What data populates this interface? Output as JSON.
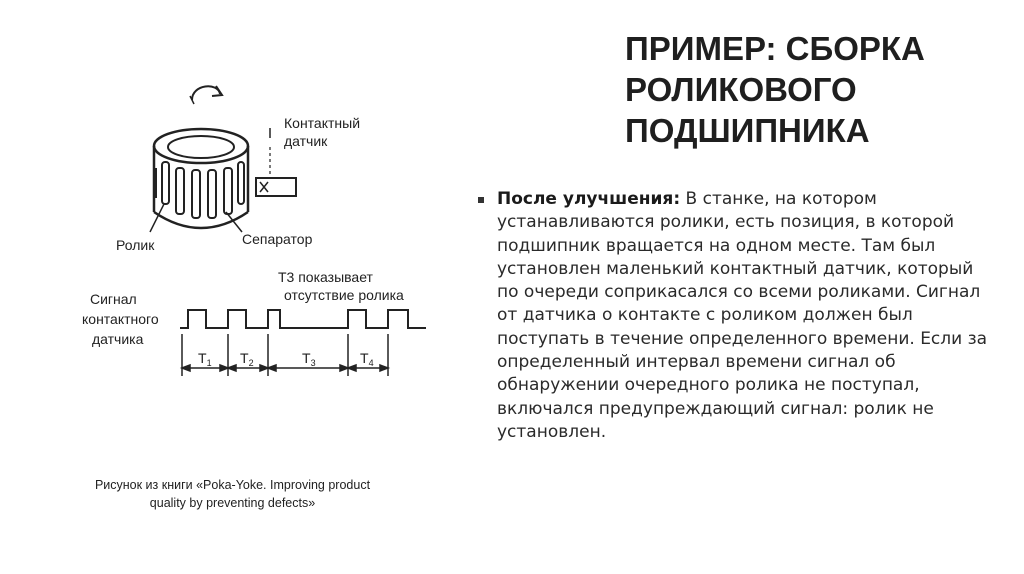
{
  "slide": {
    "title_lines": [
      "ПРИМЕР: СБОРКА",
      "РОЛИКОВОГО",
      "ПОДШИПНИКА"
    ],
    "bullet": {
      "lead": "После улучшения:",
      "text": " В станке, на котором устанавливаются ролики, есть позиция, в которой подшипник вращается на одном месте. Там был установлен маленький контактный датчик, который по очереди соприкасался со всеми роликами. Сигнал от датчика о контакте с роликом должен был поступать в течение определенного времени. Если за определенный интервал времени сигнал об обнаружении очередного ролика не поступал, включался предупреждающий сигнал: ролик не установлен."
    },
    "caption_lines": [
      "Рисунок из книги «Poka-Yoke. Improving product",
      "quality by preventing defects»"
    ]
  },
  "diagram": {
    "label_sensor_1": "Контактный",
    "label_sensor_2": "датчик",
    "label_roller": "Ролик",
    "label_separator": "Сепаратор",
    "label_t3_1": "T3 показывает",
    "label_t3_2": "отсутствие ролика",
    "label_signal_1": "Сигнал",
    "label_signal_2": "контактного",
    "label_signal_3": "датчика",
    "t1": "T",
    "t1_sub": "1",
    "t2": "T",
    "t2_sub": "2",
    "t3": "T",
    "t3_sub": "3",
    "t4": "T",
    "t4_sub": "4"
  }
}
